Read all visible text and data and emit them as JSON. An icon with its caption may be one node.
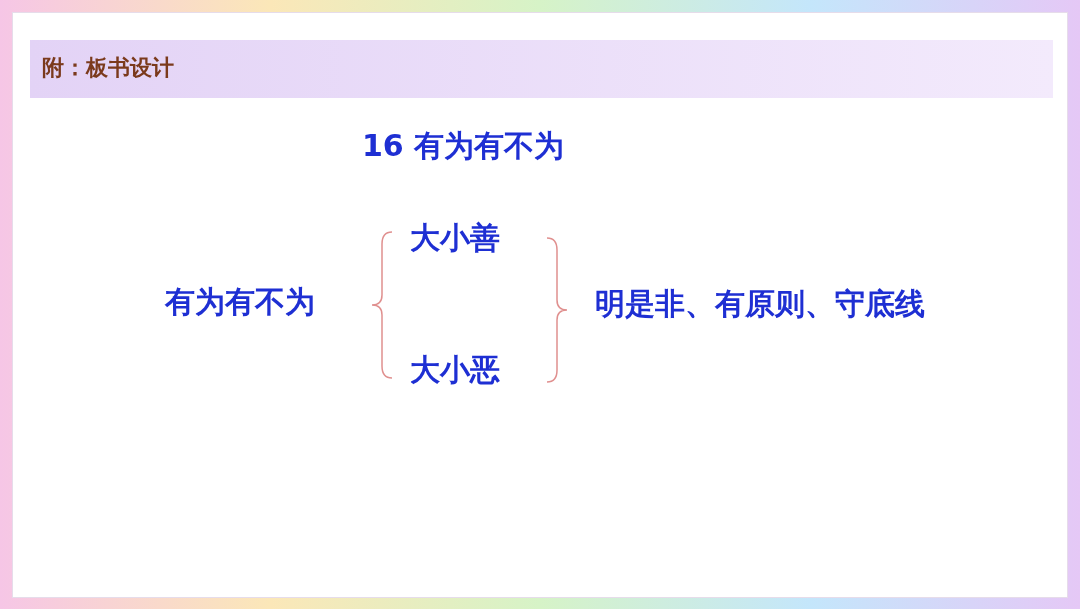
{
  "diagram": {
    "title": "16 有为有不为",
    "labels": [
      "附：板书设计",
      "有为有不为",
      "大小善",
      "大小恶",
      "明是非、有原则、守底线"
    ]
  }
}
